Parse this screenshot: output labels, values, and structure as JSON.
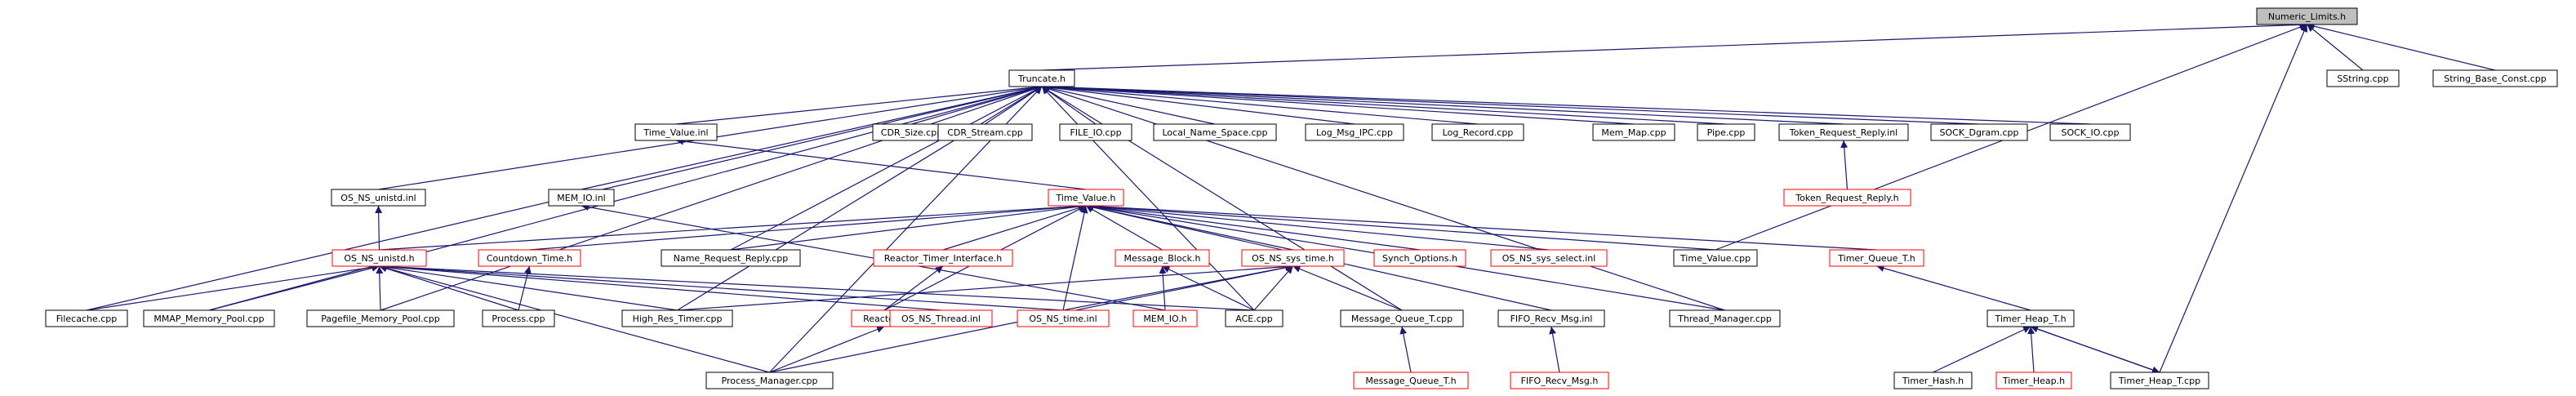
{
  "nodes": [
    {
      "id": "numeric_limits",
      "label": "Numeric_Limits.h",
      "style": "root"
    },
    {
      "id": "truncate",
      "label": "Truncate.h",
      "style": "black"
    },
    {
      "id": "sstring",
      "label": "SString.cpp",
      "style": "black"
    },
    {
      "id": "string_base_const",
      "label": "String_Base_Const.cpp",
      "style": "black"
    },
    {
      "id": "time_value_inl",
      "label": "Time_Value.inl",
      "style": "black"
    },
    {
      "id": "cdr_size",
      "label": "CDR_Size.cpp",
      "style": "black"
    },
    {
      "id": "cdr_stream",
      "label": "CDR_Stream.cpp",
      "style": "black"
    },
    {
      "id": "file_io",
      "label": "FILE_IO.cpp",
      "style": "black"
    },
    {
      "id": "local_name_space",
      "label": "Local_Name_Space.cpp",
      "style": "black"
    },
    {
      "id": "log_msg_ipc",
      "label": "Log_Msg_IPC.cpp",
      "style": "black"
    },
    {
      "id": "log_record",
      "label": "Log_Record.cpp",
      "style": "black"
    },
    {
      "id": "mem_map",
      "label": "Mem_Map.cpp",
      "style": "black"
    },
    {
      "id": "pipe",
      "label": "Pipe.cpp",
      "style": "black"
    },
    {
      "id": "token_request_reply_inl",
      "label": "Token_Request_Reply.inl",
      "style": "black"
    },
    {
      "id": "sock_dgram",
      "label": "SOCK_Dgram.cpp",
      "style": "black"
    },
    {
      "id": "sock_io",
      "label": "SOCK_IO.cpp",
      "style": "black"
    },
    {
      "id": "os_ns_unistd_inl",
      "label": "OS_NS_unistd.inl",
      "style": "black"
    },
    {
      "id": "mem_io_inl",
      "label": "MEM_IO.inl",
      "style": "black"
    },
    {
      "id": "time_value_h",
      "label": "Time_Value.h",
      "style": "red"
    },
    {
      "id": "token_request_reply_h",
      "label": "Token_Request_Reply.h",
      "style": "red"
    },
    {
      "id": "os_ns_unistd_h",
      "label": "OS_NS_unistd.h",
      "style": "red"
    },
    {
      "id": "countdown_time",
      "label": "Countdown_Time.h",
      "style": "red"
    },
    {
      "id": "name_request_reply",
      "label": "Name_Request_Reply.cpp",
      "style": "black"
    },
    {
      "id": "reactor_timer_interface",
      "label": "Reactor_Timer_Interface.h",
      "style": "red"
    },
    {
      "id": "message_block",
      "label": "Message_Block.h",
      "style": "red"
    },
    {
      "id": "os_ns_sys_time_h",
      "label": "OS_NS_sys_time.h",
      "style": "red"
    },
    {
      "id": "synch_options",
      "label": "Synch_Options.h",
      "style": "red"
    },
    {
      "id": "os_ns_sys_select",
      "label": "OS_NS_sys_select.inl",
      "style": "red"
    },
    {
      "id": "time_value_cpp",
      "label": "Time_Value.cpp",
      "style": "black"
    },
    {
      "id": "timer_queue_t",
      "label": "Timer_Queue_T.h",
      "style": "red"
    },
    {
      "id": "filecache",
      "label": "Filecache.cpp",
      "style": "black"
    },
    {
      "id": "mmap_memory_pool",
      "label": "MMAP_Memory_Pool.cpp",
      "style": "black"
    },
    {
      "id": "pagefile_memory_pool",
      "label": "Pagefile_Memory_Pool.cpp",
      "style": "black"
    },
    {
      "id": "process_cpp",
      "label": "Process.cpp",
      "style": "black"
    },
    {
      "id": "high_res_timer",
      "label": "High_Res_Timer.cpp",
      "style": "black"
    },
    {
      "id": "reactor_h",
      "label": "Reactor.h",
      "style": "red"
    },
    {
      "id": "os_ns_thread_inl",
      "label": "OS_NS_Thread.inl",
      "style": "red"
    },
    {
      "id": "os_ns_time_inl",
      "label": "OS_NS_time.inl",
      "style": "red"
    },
    {
      "id": "mem_io_h",
      "label": "MEM_IO.h",
      "style": "red"
    },
    {
      "id": "ace_cpp",
      "label": "ACE.cpp",
      "style": "black"
    },
    {
      "id": "message_queue_t_cpp",
      "label": "Message_Queue_T.cpp",
      "style": "black"
    },
    {
      "id": "fifo_recv_msg_inl",
      "label": "FIFO_Recv_Msg.inl",
      "style": "black"
    },
    {
      "id": "thread_manager",
      "label": "Thread_Manager.cpp",
      "style": "black"
    },
    {
      "id": "timer_heap_t_h",
      "label": "Timer_Heap_T.h",
      "style": "black"
    },
    {
      "id": "process_manager",
      "label": "Process_Manager.cpp",
      "style": "black"
    },
    {
      "id": "message_queue_t_h",
      "label": "Message_Queue_T.h",
      "style": "red"
    },
    {
      "id": "fifo_recv_msg_h",
      "label": "FIFO_Recv_Msg.h",
      "style": "red"
    },
    {
      "id": "timer_hash",
      "label": "Timer_Hash.h",
      "style": "black"
    },
    {
      "id": "timer_heap_h",
      "label": "Timer_Heap.h",
      "style": "red"
    },
    {
      "id": "timer_heap_t_cpp",
      "label": "Timer_Heap_T.cpp",
      "style": "black"
    }
  ],
  "edges": [
    [
      "truncate",
      "numeric_limits"
    ],
    [
      "sstring",
      "numeric_limits"
    ],
    [
      "string_base_const",
      "numeric_limits"
    ],
    [
      "time_value_cpp",
      "numeric_limits"
    ],
    [
      "timer_heap_t_cpp",
      "numeric_limits"
    ],
    [
      "time_value_inl",
      "truncate"
    ],
    [
      "cdr_size",
      "truncate"
    ],
    [
      "cdr_stream",
      "truncate"
    ],
    [
      "file_io",
      "truncate"
    ],
    [
      "local_name_space",
      "truncate"
    ],
    [
      "log_msg_ipc",
      "truncate"
    ],
    [
      "log_record",
      "truncate"
    ],
    [
      "mem_map",
      "truncate"
    ],
    [
      "pipe",
      "truncate"
    ],
    [
      "token_request_reply_inl",
      "truncate"
    ],
    [
      "sock_dgram",
      "truncate"
    ],
    [
      "sock_io",
      "truncate"
    ],
    [
      "os_ns_unistd_inl",
      "truncate"
    ],
    [
      "mem_io_inl",
      "truncate"
    ],
    [
      "name_request_reply",
      "truncate"
    ],
    [
      "filecache",
      "truncate"
    ],
    [
      "mmap_memory_pool",
      "truncate"
    ],
    [
      "pagefile_memory_pool",
      "truncate"
    ],
    [
      "high_res_timer",
      "truncate"
    ],
    [
      "process_manager",
      "truncate"
    ],
    [
      "ace_cpp",
      "truncate"
    ],
    [
      "message_queue_t_cpp",
      "truncate"
    ],
    [
      "thread_manager",
      "truncate"
    ],
    [
      "time_value_h",
      "time_value_inl"
    ],
    [
      "token_request_reply_h",
      "token_request_reply_inl"
    ],
    [
      "os_ns_unistd_h",
      "os_ns_unistd_inl"
    ],
    [
      "mem_io_h",
      "mem_io_inl"
    ],
    [
      "os_ns_unistd_h",
      "time_value_h"
    ],
    [
      "countdown_time",
      "time_value_h"
    ],
    [
      "name_request_reply",
      "time_value_h"
    ],
    [
      "reactor_timer_interface",
      "time_value_h"
    ],
    [
      "message_block",
      "time_value_h"
    ],
    [
      "os_ns_sys_time_h",
      "time_value_h"
    ],
    [
      "synch_options",
      "time_value_h"
    ],
    [
      "os_ns_sys_select",
      "time_value_h"
    ],
    [
      "time_value_cpp",
      "time_value_h"
    ],
    [
      "timer_queue_t",
      "time_value_h"
    ],
    [
      "reactor_h",
      "time_value_h"
    ],
    [
      "os_ns_time_inl",
      "time_value_h"
    ],
    [
      "thread_manager",
      "time_value_h"
    ],
    [
      "fifo_recv_msg_inl",
      "time_value_h"
    ],
    [
      "filecache",
      "os_ns_unistd_h"
    ],
    [
      "mmap_memory_pool",
      "os_ns_unistd_h"
    ],
    [
      "pagefile_memory_pool",
      "os_ns_unistd_h"
    ],
    [
      "process_cpp",
      "os_ns_unistd_h"
    ],
    [
      "high_res_timer",
      "os_ns_unistd_h"
    ],
    [
      "process_manager",
      "os_ns_unistd_h"
    ],
    [
      "os_ns_thread_inl",
      "os_ns_unistd_h"
    ],
    [
      "os_ns_time_inl",
      "os_ns_unistd_h"
    ],
    [
      "ace_cpp",
      "os_ns_unistd_h"
    ],
    [
      "process_cpp",
      "countdown_time"
    ],
    [
      "reactor_h",
      "reactor_timer_interface"
    ],
    [
      "process_manager",
      "reactor_h"
    ],
    [
      "mem_io_h",
      "message_block"
    ],
    [
      "ace_cpp",
      "message_block"
    ],
    [
      "high_res_timer",
      "os_ns_sys_time_h"
    ],
    [
      "os_ns_time_inl",
      "os_ns_sys_time_h"
    ],
    [
      "ace_cpp",
      "os_ns_sys_time_h"
    ],
    [
      "message_queue_t_cpp",
      "os_ns_sys_time_h"
    ],
    [
      "process_manager",
      "os_ns_sys_time_h"
    ],
    [
      "message_queue_t_h",
      "message_queue_t_cpp"
    ],
    [
      "fifo_recv_msg_h",
      "fifo_recv_msg_inl"
    ],
    [
      "timer_heap_t_h",
      "timer_queue_t"
    ],
    [
      "timer_hash",
      "timer_heap_t_h"
    ],
    [
      "timer_heap_h",
      "timer_heap_t_h"
    ],
    [
      "timer_heap_t_cpp",
      "timer_heap_t_h"
    ],
    [
      "timer_heap_t_h",
      "timer_heap_t_cpp"
    ]
  ]
}
